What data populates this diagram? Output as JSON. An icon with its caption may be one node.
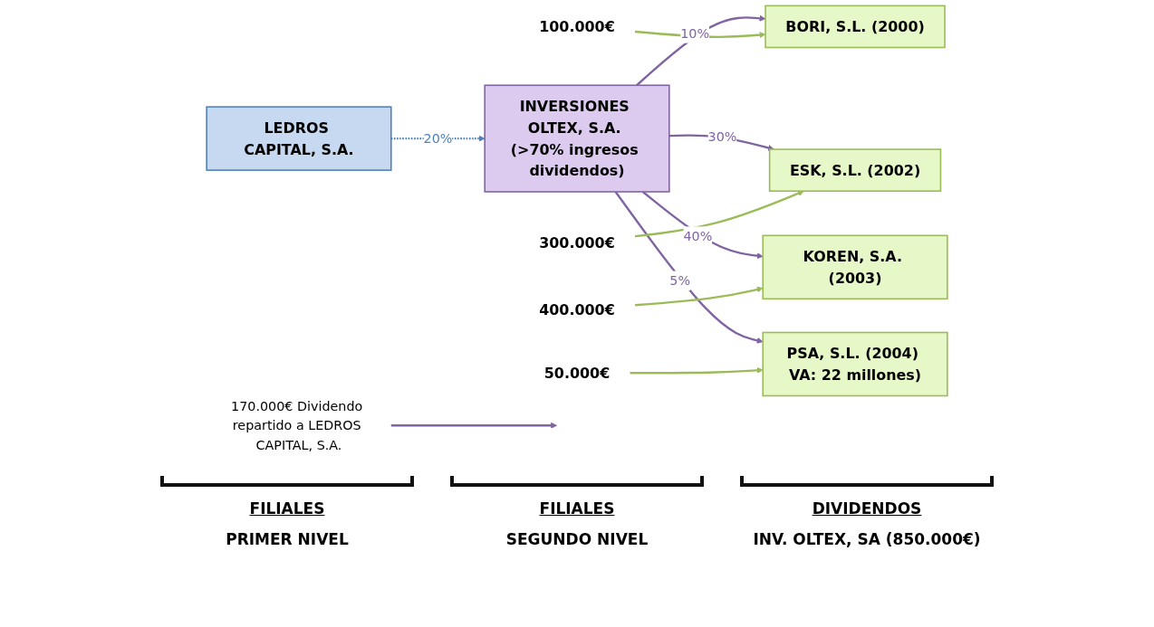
{
  "diagram": {
    "nodes": [
      {
        "text": [
          "LEDROS CAPITAL, S.A."
        ]
      },
      {
        "text": [
          "INVERSIONES OLTEX, S.A. (>70% ingresos dividendos)"
        ]
      },
      {
        "text": [
          "BORI, S.L. (2000)"
        ]
      },
      {
        "text": [
          "ESK, S.L. (2002)"
        ]
      },
      {
        "text": [
          "KOREN, S.A. (2003)"
        ]
      },
      {
        "text": [
          "PSA, S.L. (2004) VA: 22 millones)"
        ]
      },
      {
        "text": [
          "100.000€"
        ]
      },
      {
        "text": [
          "300.000€"
        ]
      },
      {
        "text": [
          "400.000€"
        ]
      },
      {
        "text": [
          "50.000€"
        ]
      },
      {
        "text": [
          "170.000€ Dividendo repartido a LEDROS CAPITAL, S.A."
        ]
      }
    ],
    "edges": [
      {
        "from": 0,
        "to": 1,
        "arrow": "to",
        "label": "20%",
        "style": "dashed",
        "color": "#4f81bd"
      },
      {
        "from": 1,
        "to": 2,
        "arrow": "to",
        "label": "10%"
      },
      {
        "from": 1,
        "to": 3,
        "arrow": "to",
        "label": "30%"
      },
      {
        "from": 1,
        "to": 4,
        "arrow": "to",
        "label": "40%"
      },
      {
        "from": 1,
        "to": 5,
        "arrow": "to",
        "label": "5%"
      },
      {
        "from": 6,
        "to": 2,
        "arrow": "to",
        "color": "#9bbb59"
      },
      {
        "from": 7,
        "to": 3,
        "arrow": "to",
        "color": "#9bbb59"
      },
      {
        "from": 8,
        "to": 4,
        "arrow": "to",
        "color": "#9bbb59"
      },
      {
        "from": 9,
        "to": 5,
        "arrow": "to",
        "color": "#9bbb59"
      },
      {
        "from": 10,
        "to": null,
        "arrow": "to"
      }
    ],
    "labels": [
      "FILIALES",
      "FILIALES",
      "DIVIDENDOS",
      "PRIMER NIVEL",
      "SEGUNDO NIVEL",
      "INV. OLTEX, SA (850.000€)"
    ]
  }
}
